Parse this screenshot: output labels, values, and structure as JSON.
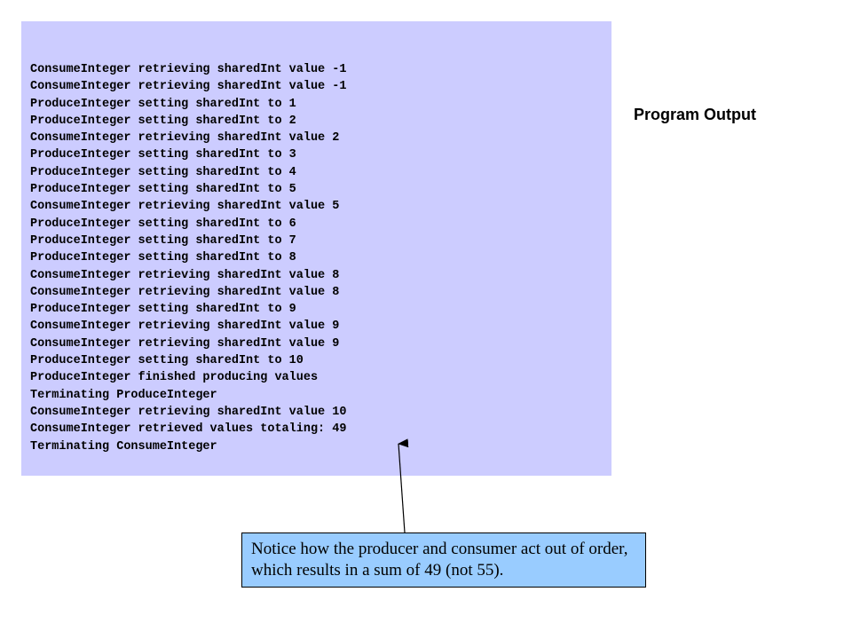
{
  "output_lines": [
    "ConsumeInteger retrieving sharedInt value -1",
    "ConsumeInteger retrieving sharedInt value -1",
    "ProduceInteger setting sharedInt to 1",
    "ProduceInteger setting sharedInt to 2",
    "ConsumeInteger retrieving sharedInt value 2",
    "ProduceInteger setting sharedInt to 3",
    "ProduceInteger setting sharedInt to 4",
    "ProduceInteger setting sharedInt to 5",
    "ConsumeInteger retrieving sharedInt value 5",
    "ProduceInteger setting sharedInt to 6",
    "ProduceInteger setting sharedInt to 7",
    "ProduceInteger setting sharedInt to 8",
    "ConsumeInteger retrieving sharedInt value 8",
    "ConsumeInteger retrieving sharedInt value 8",
    "ProduceInteger setting sharedInt to 9",
    "ConsumeInteger retrieving sharedInt value 9",
    "ConsumeInteger retrieving sharedInt value 9",
    "ProduceInteger setting sharedInt to 10",
    "ProduceInteger finished producing values",
    "Terminating ProduceInteger",
    "ConsumeInteger retrieving sharedInt value 10",
    "ConsumeInteger retrieved values totaling: 49",
    "Terminating ConsumeInteger"
  ],
  "label": "Program Output",
  "callout": "Notice how the producer and consumer act out of order, which results in a sum of 49 (not 55).",
  "colors": {
    "panel_background": "#ccccff",
    "callout_background": "#99ccff",
    "text": "#000000"
  }
}
